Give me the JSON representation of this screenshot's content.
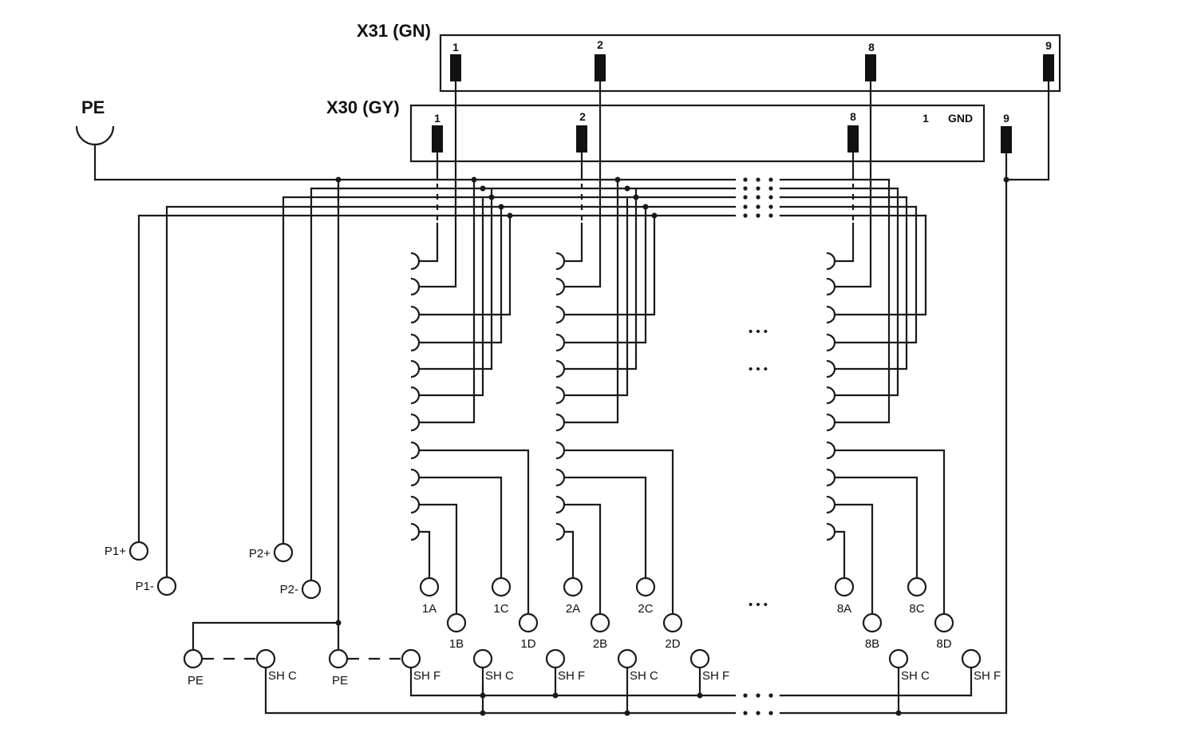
{
  "connectors": {
    "x31": {
      "title": "X31 (GN)",
      "pins": [
        "1",
        "2",
        "8",
        "9"
      ]
    },
    "x30": {
      "title": "X30 (GY)",
      "pins": [
        "1",
        "2",
        "8"
      ],
      "gnd_pin": "1",
      "gnd_label": "GND",
      "pin9": "9"
    }
  },
  "pe_symbol_label": "PE",
  "power_terminals": {
    "p1_plus": "P1+",
    "p1_minus": "P1-",
    "p2_plus": "P2+",
    "p2_minus": "P2-"
  },
  "channel_terminals": {
    "ch1": [
      "1A",
      "1B",
      "1C",
      "1D"
    ],
    "ch2": [
      "2A",
      "2B",
      "2C",
      "2D"
    ],
    "ch8": [
      "8A",
      "8B",
      "8C",
      "8D"
    ]
  },
  "shield_terminals": {
    "pe_left": "PE",
    "pe_right": "PE",
    "sh_c_1": "SH C",
    "sh_f_1": "SH F",
    "sh_c_2": "SH C",
    "sh_f_2": "SH F",
    "sh_c_3": "SH C",
    "sh_f_3": "SH F",
    "sh_c_8": "SH C",
    "sh_f_8": "SH F"
  },
  "ellipsis": "• • •"
}
